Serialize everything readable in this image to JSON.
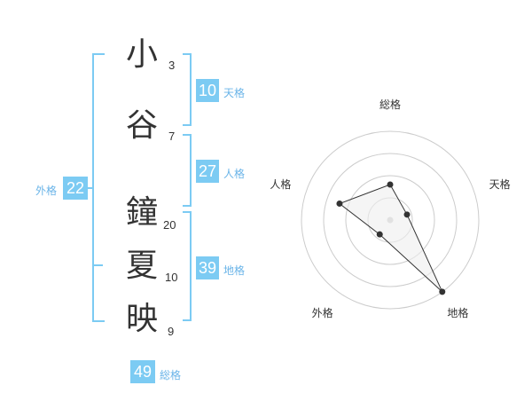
{
  "name": {
    "characters": [
      {
        "char": "小",
        "strokes": "3"
      },
      {
        "char": "谷",
        "strokes": "7"
      },
      {
        "char": "鐘",
        "strokes": "20"
      },
      {
        "char": "夏",
        "strokes": "10"
      },
      {
        "char": "映",
        "strokes": "9"
      }
    ]
  },
  "fortunes": {
    "tenkaku": {
      "value": "10",
      "label": "天格"
    },
    "jinkaku": {
      "value": "27",
      "label": "人格"
    },
    "chikaku": {
      "value": "39",
      "label": "地格"
    },
    "gaikaku": {
      "value": "22",
      "label": "外格"
    },
    "soukaku": {
      "value": "49",
      "label": "総格"
    }
  },
  "chart_data": {
    "type": "radar",
    "axes": [
      "総格",
      "天格",
      "地格",
      "外格",
      "人格"
    ],
    "values": [
      2,
      1,
      5,
      1,
      3
    ],
    "max": 5,
    "rings": 4,
    "colors": {
      "accent": "#7ccbf3",
      "ring": "#cccccc",
      "point": "#333333",
      "fill": "#eeeeee"
    }
  }
}
